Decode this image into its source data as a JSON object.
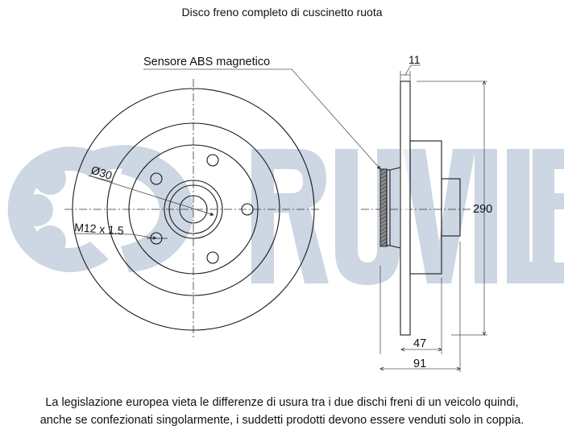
{
  "title": "Disco freno completo di cuscinetto ruota",
  "watermark": {
    "brand": "RUVILLE",
    "letters": [
      "R",
      "U",
      "V",
      "I",
      "L",
      "L",
      "E"
    ],
    "logo_icon": "ruville-bearing-logo",
    "color": "#cdd6e3"
  },
  "front_view": {
    "labels": {
      "sensor": "Sensore ABS magnetico",
      "bore": "Ø30",
      "thread": "M12 x 1.5"
    },
    "bolt_hole_count": 5
  },
  "side_view": {
    "dimensions": {
      "disc_thickness": "11",
      "diameter": "290",
      "hub_height": "47",
      "total_height": "91"
    }
  },
  "footer": {
    "line1": "La legislazione europea vieta le differenze di usura tra i due dischi freni di un veicolo quindi,",
    "line2": "anche se confezionati singolarmente, i suddetti prodotti devono essere venduti solo in coppia."
  },
  "colors": {
    "line": "#1a1a1a",
    "dim_line": "#555555",
    "watermark": "#cdd6e3",
    "hatch": "#6b6b6b"
  }
}
